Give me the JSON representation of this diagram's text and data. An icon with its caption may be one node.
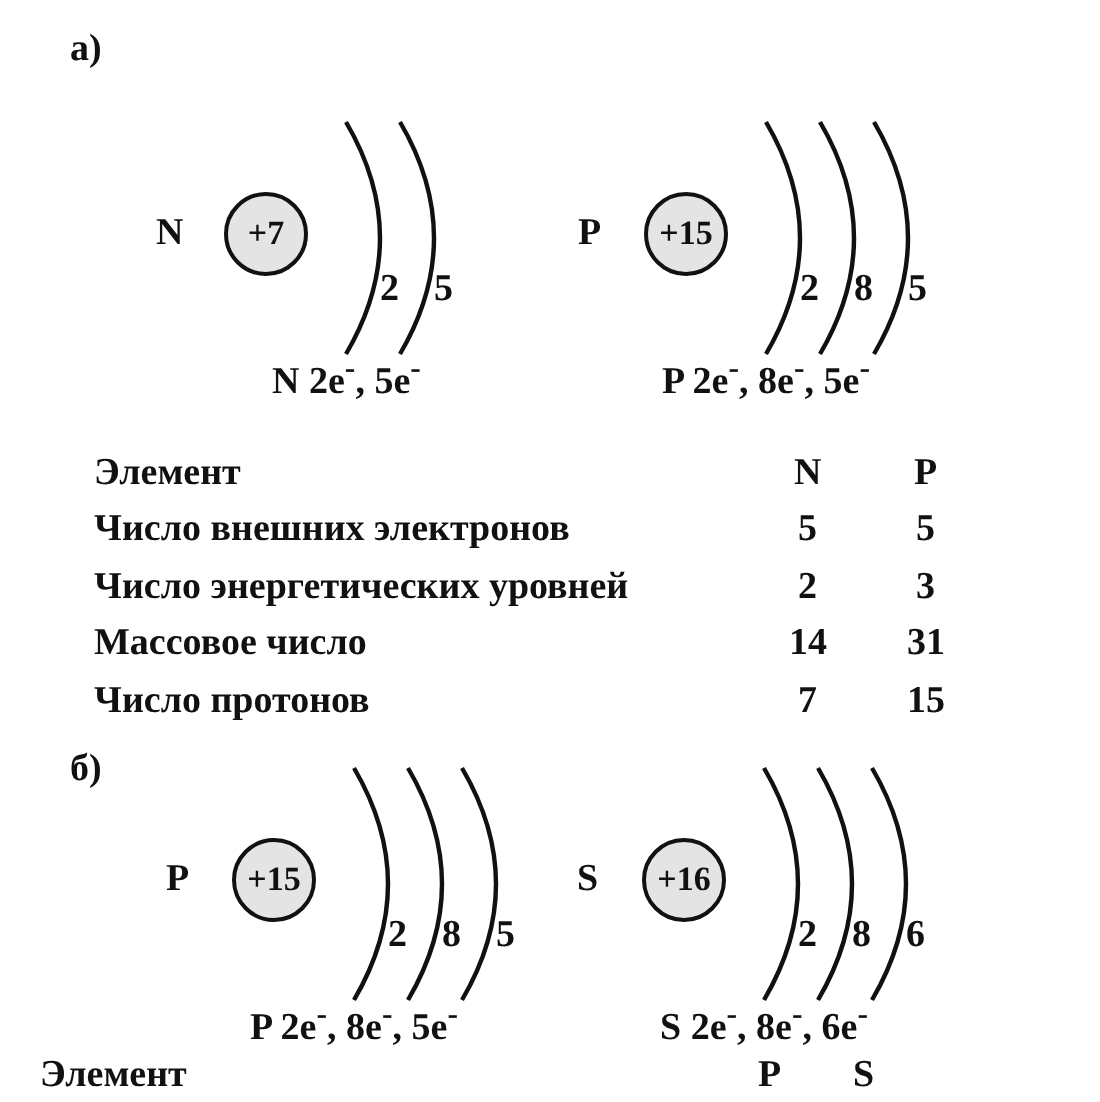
{
  "diagram": {
    "nodes": [
      {
        "text": [
          "+7"
        ],
        "beside": [
          "N",
          "2",
          "5",
          "N 2e$^{-}$, 5e$^{-}$"
        ]
      },
      {
        "text": [
          "+15"
        ],
        "beside": [
          "P",
          "2",
          "8",
          "5",
          "P 2e$^{-}$, 8e$^{-}$, 5e$^{-}$"
        ]
      },
      {
        "text": [
          "+15"
        ],
        "beside": [
          "P",
          "2",
          "8",
          "5",
          "P 2e$^{-}$, 8e$^{-}$, 5e$^{-}$"
        ]
      },
      {
        "text": [
          "+16"
        ],
        "beside": [
          "S",
          "2",
          "8",
          "6",
          "S 2e$^{-}$, 8e$^{-}$, 6e$^{-}$"
        ]
      }
    ],
    "edges": [],
    "labels": [
      "а)",
      "Элемент",
      "N",
      "P",
      "Число внешних электронов",
      "5",
      "5",
      "Число энергетических уровней",
      "2",
      "3",
      "Массовое число",
      "14",
      "31",
      "Число протонов",
      "7",
      "15",
      "б)",
      "Элемент",
      "P",
      "S"
    ]
  }
}
